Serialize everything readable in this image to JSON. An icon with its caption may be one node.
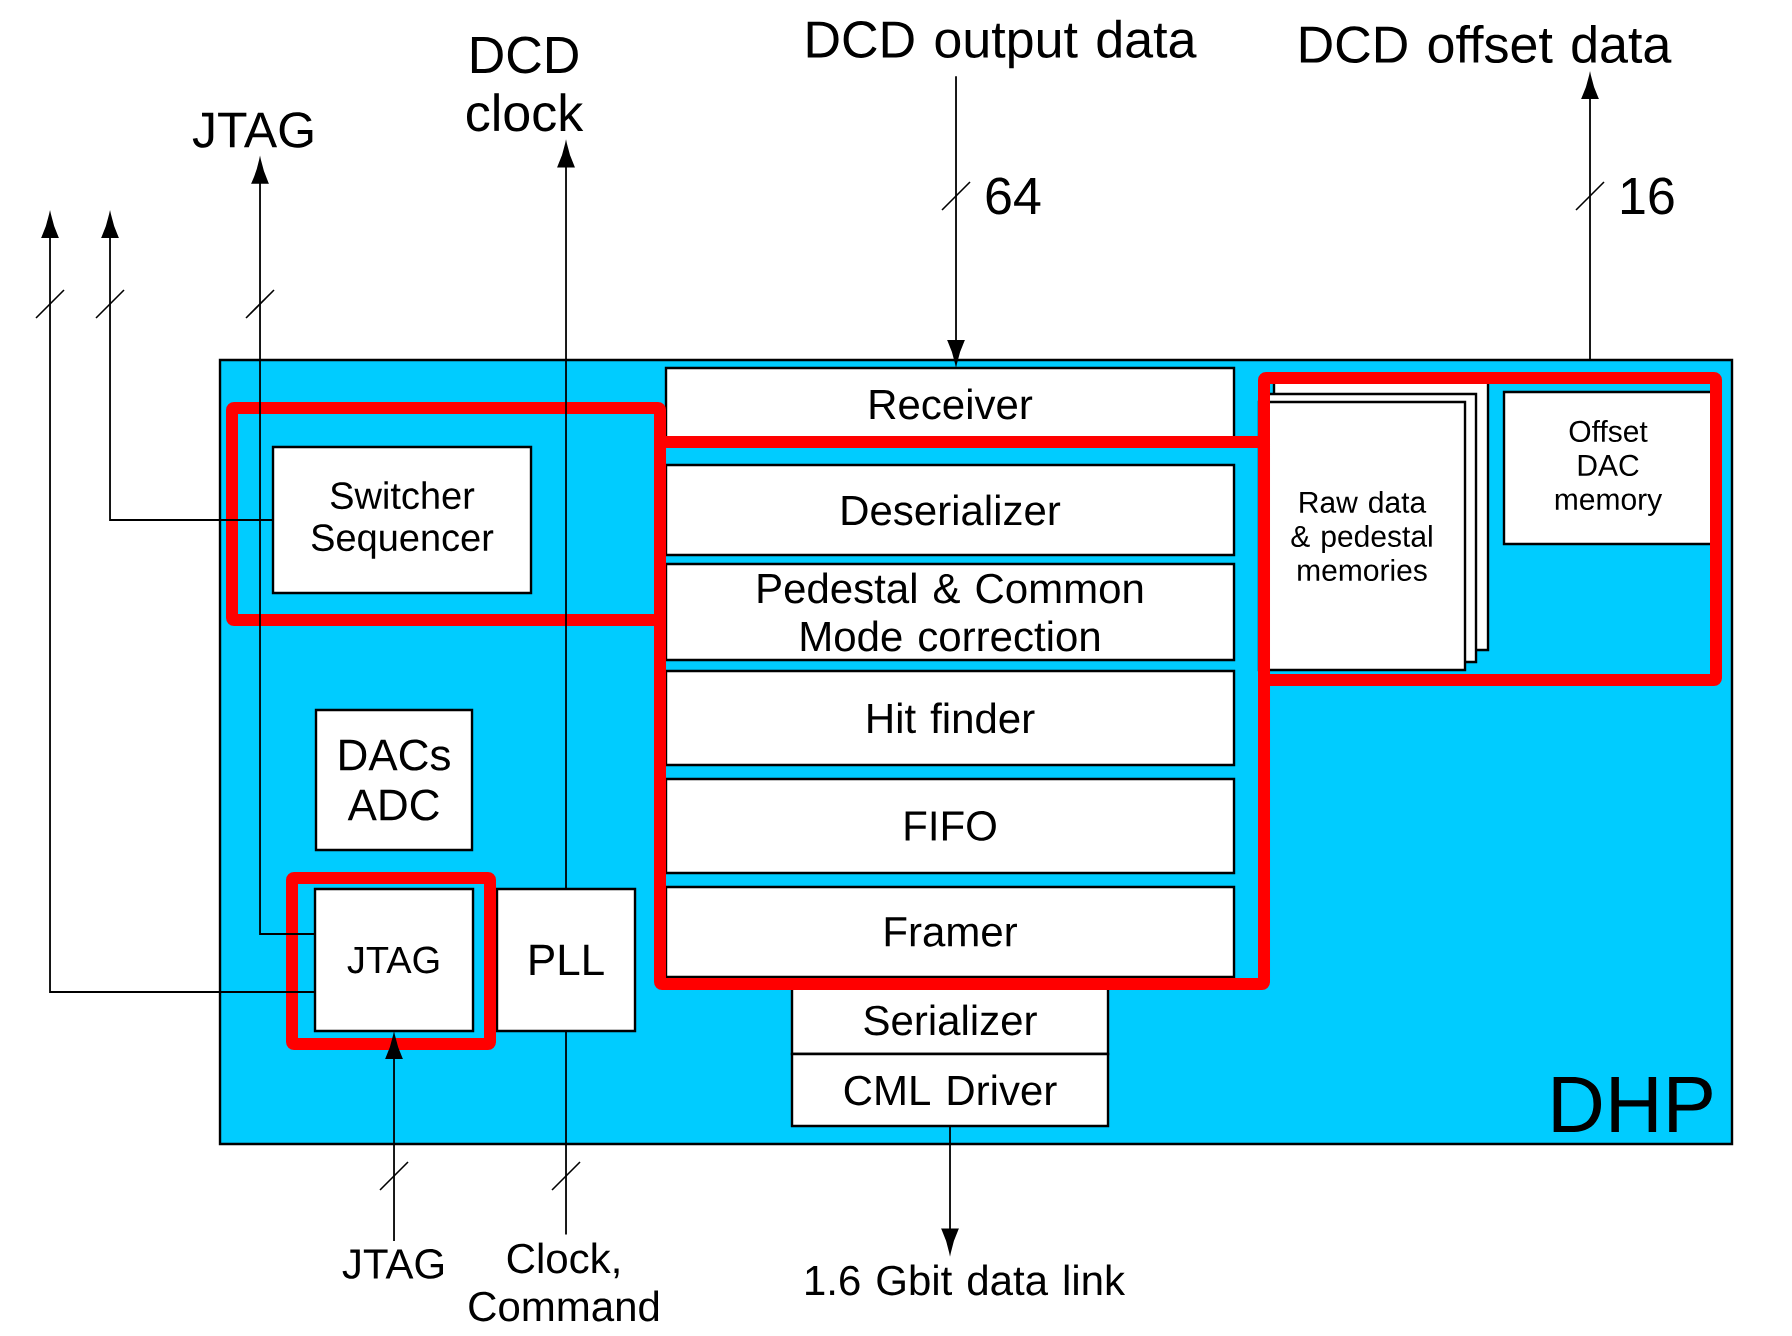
{
  "diagram": {
    "nodes": [
      {
        "text": [
          "DHP"
        ]
      },
      {
        "text": [
          "Switcher Sequencer"
        ],
        "in": 0
      },
      {
        "text": [
          "Receiver"
        ],
        "in": 0
      },
      {
        "text": [
          "Deserializer"
        ],
        "in": 0
      },
      {
        "text": [
          "Pedestal & Common Mode correction"
        ],
        "in": 0
      },
      {
        "text": [
          "Hit finder"
        ],
        "in": 0
      },
      {
        "text": [
          "FIFO"
        ],
        "in": 0
      },
      {
        "text": [
          "Framer"
        ],
        "in": 0
      },
      {
        "text": [
          "Serializer"
        ],
        "in": 0
      },
      {
        "text": [
          "CML Driver"
        ],
        "in": 0
      },
      {
        "text": [
          "Raw data & pedestal memories"
        ],
        "in": 0
      },
      {
        "text": [
          "Offset DAC memory"
        ],
        "in": 0
      },
      {
        "text": [
          "DACs ADC"
        ],
        "in": 0
      },
      {
        "text": [
          "JTAG"
        ],
        "in": 0
      },
      {
        "text": [
          "PLL"
        ],
        "in": 0
      },
      {
        "text": [
          "JTAG"
        ]
      },
      {
        "text": [
          "DCD clock"
        ]
      },
      {
        "text": [
          "DCD output data"
        ]
      },
      {
        "text": [
          "DCD offset data"
        ]
      },
      {
        "text": [
          "JTAG"
        ]
      },
      {
        "text": [
          "Clock, Command"
        ]
      },
      {
        "text": [
          "1.6 Gbit data link"
        ]
      }
    ],
    "edges": [
      {
        "from": 17,
        "to": 2,
        "arrow": "to",
        "label": "64"
      },
      {
        "from": 0,
        "to": 18,
        "arrow": "to",
        "label": "16"
      },
      {
        "from": 13,
        "to": 15,
        "arrow": "to"
      },
      {
        "from": 14,
        "to": 16,
        "arrow": "to"
      },
      {
        "from": 20,
        "to": 14,
        "arrow": "none"
      },
      {
        "from": 19,
        "to": 13,
        "arrow": "to"
      },
      {
        "from": 9,
        "to": 21,
        "arrow": "to"
      },
      {
        "from": 1,
        "to": null,
        "arrow": "to"
      },
      {
        "from": 13,
        "to": null,
        "arrow": "to"
      }
    ]
  }
}
